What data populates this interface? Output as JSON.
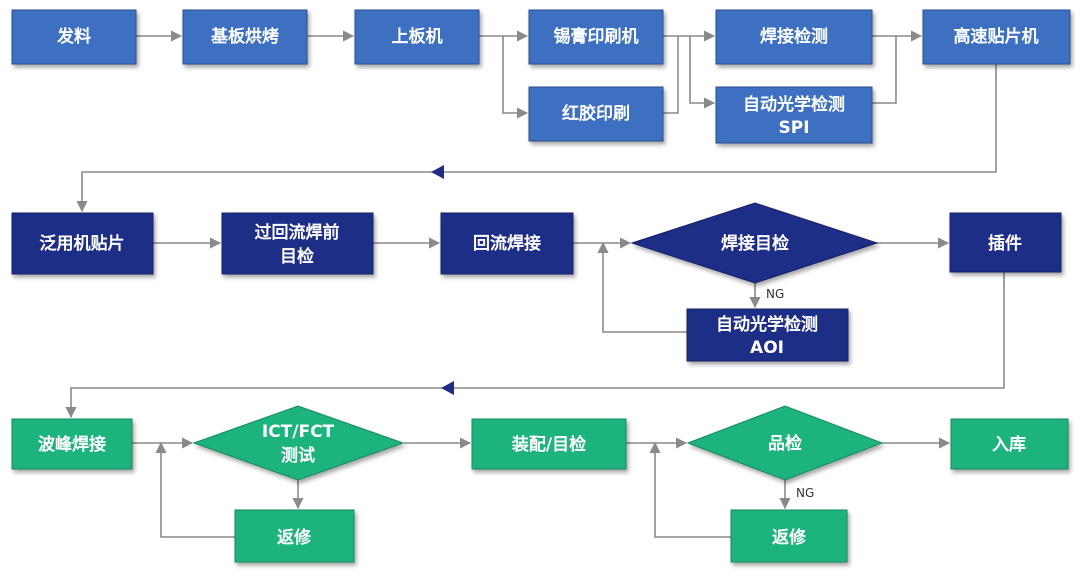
{
  "colors": {
    "row1_fill": "#3d6fc1",
    "row2_fill": "#1f2d86",
    "row3_fill": "#1fb37c",
    "connector": "#8a8a8a",
    "marker": "#1f2d86",
    "text": "#ffffff"
  },
  "rows": {
    "row1": {
      "nodes": {
        "feed": "发料",
        "substrate_bake": "基板烘烤",
        "board_loader": "上板机",
        "solder_paste_printer": "锡膏印刷机",
        "red_glue_printing": "红胶印刷",
        "weld_inspection": "焊接检测",
        "spi_line1": "自动光学检测",
        "spi_line2": "SPI",
        "high_speed_mounter": "高速贴片机"
      }
    },
    "row2": {
      "nodes": {
        "general_mounter": "泛用机贴片",
        "pre_reflow_inspection_line1": "过回流焊前",
        "pre_reflow_inspection_line2": "目检",
        "reflow_soldering": "回流焊接",
        "solder_visual_check": "焊接目检",
        "aoi_line1": "自动光学检测",
        "aoi_line2": "AOI",
        "insertion": "插件"
      },
      "ng_label": "NG"
    },
    "row3": {
      "nodes": {
        "wave_soldering": "波峰焊接",
        "ict_fct_line1": "ICT/FCT",
        "ict_fct_line2": "测试",
        "rework_test": "返修",
        "assembly_inspection": "装配/目检",
        "quality_check": "品检",
        "rework_qc": "返修",
        "warehousing": "入库"
      },
      "ng_label": "NG"
    }
  }
}
